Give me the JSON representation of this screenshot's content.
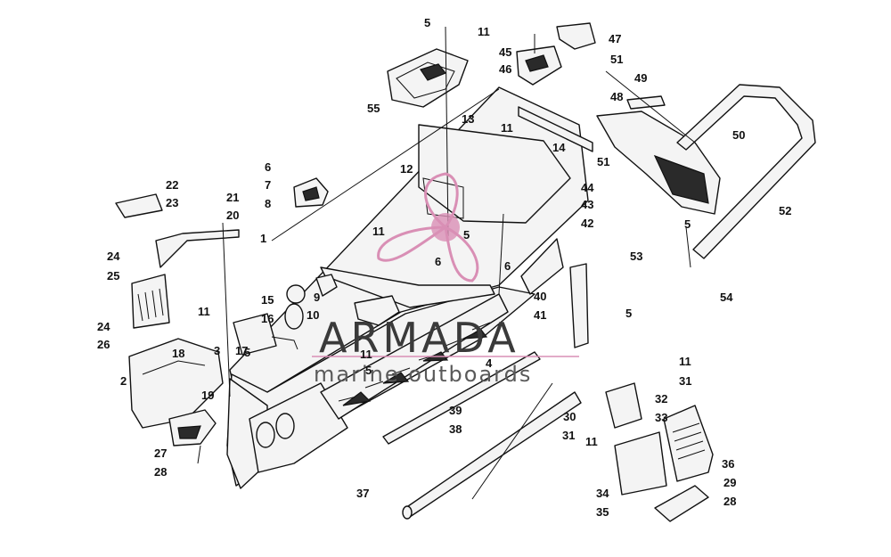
{
  "watermark": {
    "brand": "ARMADA",
    "tagline": "marine outboards",
    "color": "#d98fb5"
  },
  "callouts": [
    "1",
    "2",
    "3",
    "4",
    "5",
    "5",
    "5",
    "5",
    "5",
    "5",
    "6",
    "6",
    "6",
    "7",
    "8",
    "9",
    "10",
    "11",
    "11",
    "11",
    "11",
    "11",
    "11",
    "11",
    "12",
    "13",
    "14",
    "15",
    "16",
    "17",
    "18",
    "19",
    "20",
    "21",
    "22",
    "23",
    "24",
    "24",
    "25",
    "26",
    "27",
    "28",
    "28",
    "29",
    "30",
    "31",
    "31",
    "32",
    "33",
    "34",
    "35",
    "36",
    "37",
    "38",
    "39",
    "40",
    "41",
    "42",
    "43",
    "44",
    "45",
    "46",
    "47",
    "48",
    "49",
    "50",
    "51",
    "51",
    "52",
    "53",
    "54",
    "55"
  ]
}
